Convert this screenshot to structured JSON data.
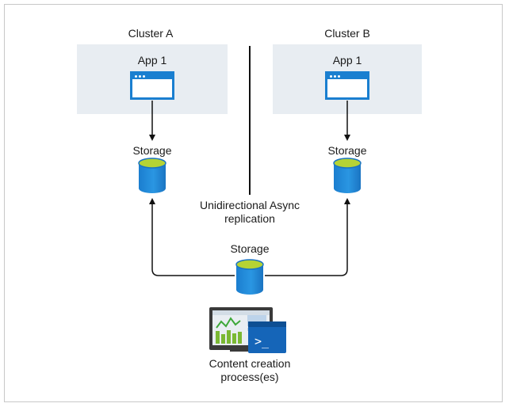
{
  "clusters": [
    {
      "title": "Cluster A",
      "app_label": "App 1",
      "storage_label": "Storage"
    },
    {
      "title": "Cluster B",
      "app_label": "App 1",
      "storage_label": "Storage"
    }
  ],
  "replication_label_line1": "Unidirectional Async",
  "replication_label_line2": "replication",
  "central_storage_label": "Storage",
  "content_label_line1": "Content creation",
  "content_label_line2": "process(es)",
  "colors": {
    "cluster_background": "#e8edf2",
    "app_blue": "#1a7fd0",
    "storage_blue": "#1e8ad6",
    "storage_top_green": "#b5d334",
    "line": "#111111"
  },
  "icons": [
    "app-window-icon",
    "storage-cylinder-icon",
    "monitor-chart-icon",
    "terminal-icon"
  ]
}
